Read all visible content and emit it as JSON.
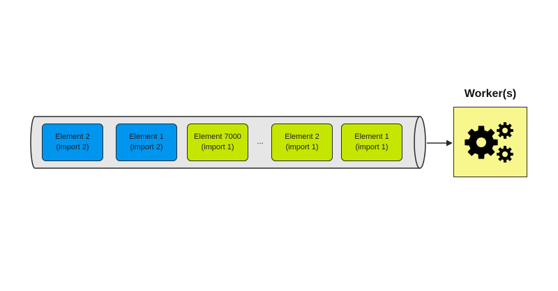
{
  "queue": {
    "elements": [
      {
        "label": "Element 2",
        "sub": "(import 2)",
        "color": "#0096f0"
      },
      {
        "label": "Element 1",
        "sub": "(import 2)",
        "color": "#0096f0"
      },
      {
        "label": "Element 7000",
        "sub": "(import 1)",
        "color": "#c5e600"
      },
      {
        "label": "Element 2",
        "sub": "(import 1)",
        "color": "#c5e600"
      },
      {
        "label": "Element 1",
        "sub": "(import 1)",
        "color": "#c5e600"
      }
    ],
    "ellipsis": "...",
    "tube_color": "#e6e6e6"
  },
  "worker": {
    "title": "Worker(s)",
    "color": "#f7f78e",
    "icon": "gears-icon"
  }
}
